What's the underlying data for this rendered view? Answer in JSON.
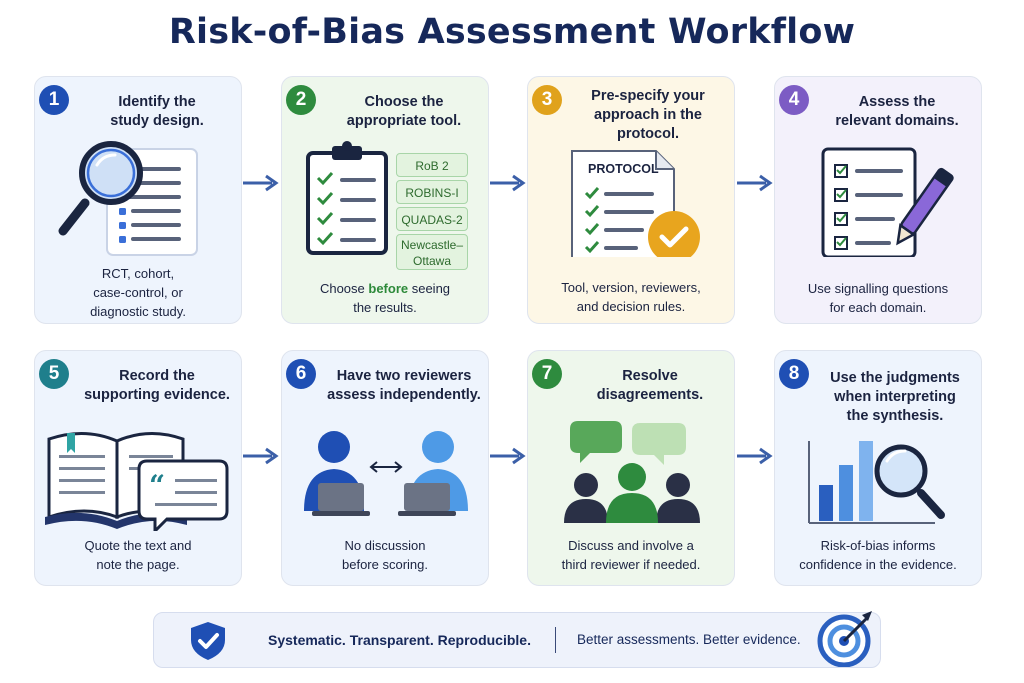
{
  "title": "Risk-of-Bias Assessment Workflow",
  "colors": {
    "step1": "#1f4fb4",
    "step2": "#2e8b3e",
    "step3": "#e0a21c",
    "step4": "#7c5cc4",
    "step5": "#1f7f8c",
    "step6": "#1f4fb4",
    "step7": "#2e8b3e",
    "step8": "#1f4fb4"
  },
  "steps": [
    {
      "number": "1",
      "title_lines": [
        "Identify the",
        "study design."
      ],
      "desc_lines": [
        "RCT, cohort,",
        "case-control, or",
        "diagnostic study."
      ],
      "icon": "magnifier-document-icon"
    },
    {
      "number": "2",
      "title_lines": [
        "Choose the",
        "appropriate tool."
      ],
      "desc_before": "Choose ",
      "desc_highlight": "before",
      "desc_after": " seeing",
      "desc_line2": "the results.",
      "tools": [
        "RoB 2",
        "ROBINS-I",
        "QUADAS-2",
        "Newcastle–",
        "Ottawa"
      ],
      "icon": "clipboard-icon"
    },
    {
      "number": "3",
      "title_lines": [
        "Pre-specify your",
        "approach in the",
        "protocol."
      ],
      "doc_label": "PROTOCOL",
      "desc_lines": [
        "Tool, version, reviewers,",
        "and decision rules."
      ],
      "icon": "protocol-document-icon"
    },
    {
      "number": "4",
      "title_lines": [
        "Assess the",
        "relevant domains."
      ],
      "desc_lines": [
        "Use signalling questions",
        "for each domain."
      ],
      "icon": "checklist-pen-icon"
    },
    {
      "number": "5",
      "title_lines": [
        "Record the",
        "supporting evidence."
      ],
      "desc_lines": [
        "Quote the text and",
        "note the page."
      ],
      "icon": "book-quote-icon"
    },
    {
      "number": "6",
      "title_lines": [
        "Have two reviewers",
        "assess independently."
      ],
      "desc_lines": [
        "No discussion",
        "before scoring."
      ],
      "icon": "two-reviewers-icon"
    },
    {
      "number": "7",
      "title_lines": [
        "Resolve",
        "disagreements."
      ],
      "desc_lines": [
        "Discuss and involve a",
        "third reviewer if needed."
      ],
      "icon": "discussion-group-icon"
    },
    {
      "number": "8",
      "title_lines": [
        "Use the judgments",
        "when interpreting",
        "the synthesis."
      ],
      "desc_lines": [
        "Risk-of-bias informs",
        "confidence in the evidence."
      ],
      "icon": "chart-magnifier-icon"
    }
  ],
  "footer": {
    "main": "Systematic. Transparent. Reproducible.",
    "sub": "Better assessments. Better evidence.",
    "left_icon": "shield-check-icon",
    "right_icon": "target-icon"
  }
}
